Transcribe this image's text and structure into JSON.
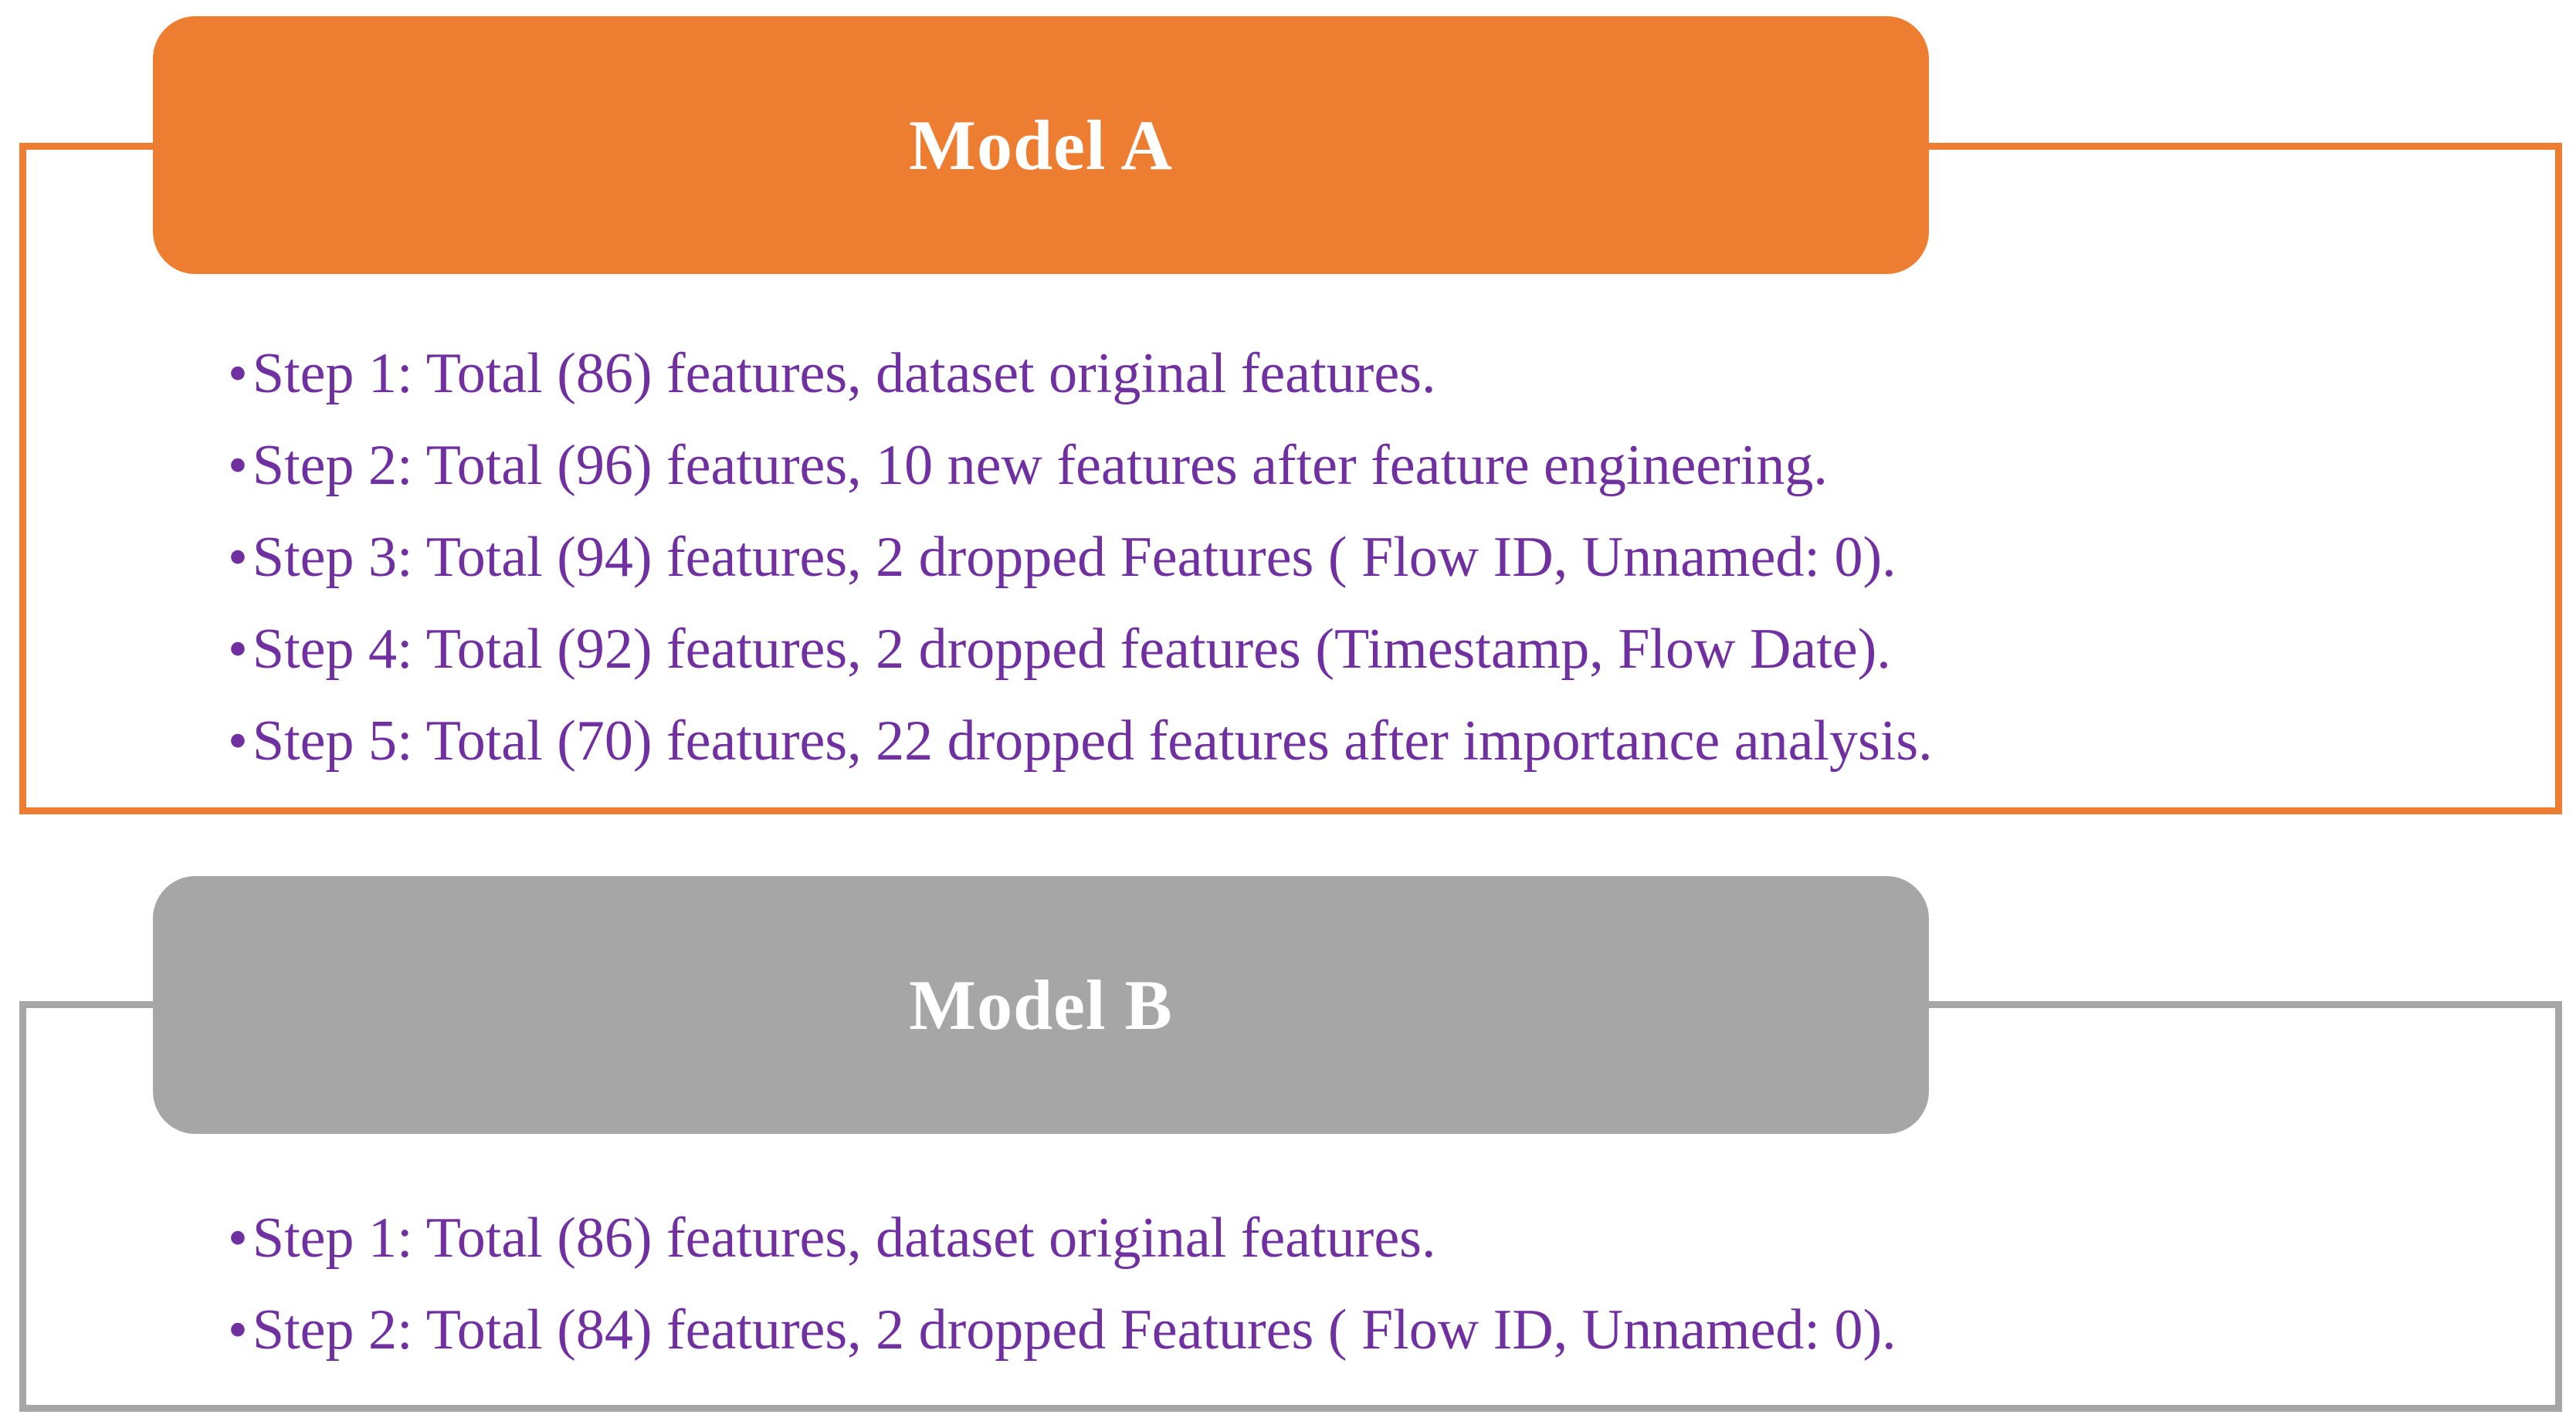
{
  "figure": {
    "bullet_char": "•",
    "colors": {
      "orange": "#ED7D31",
      "gray": "#A6A6A6",
      "purple": "#7030A0",
      "title_text": "#FFFFFF",
      "background": "#FFFFFF"
    },
    "models": [
      {
        "title": "Model A",
        "accent_color": "#ED7D31",
        "steps": [
          "Step 1: Total (86) features, dataset original features.",
          "Step 2: Total (96) features, 10 new features after feature engineering.",
          "Step 3: Total (94) features, 2 dropped Features ( Flow ID, Unnamed: 0).",
          "Step 4: Total (92) features, 2 dropped features (Timestamp, Flow Date).",
          "Step 5: Total (70) features, 22 dropped features after importance analysis."
        ]
      },
      {
        "title": "Model B",
        "accent_color": "#A6A6A6",
        "steps": [
          "Step 1: Total (86) features, dataset original features.",
          "Step 2: Total (84) features, 2 dropped Features ( Flow ID, Unnamed: 0)."
        ]
      }
    ]
  }
}
